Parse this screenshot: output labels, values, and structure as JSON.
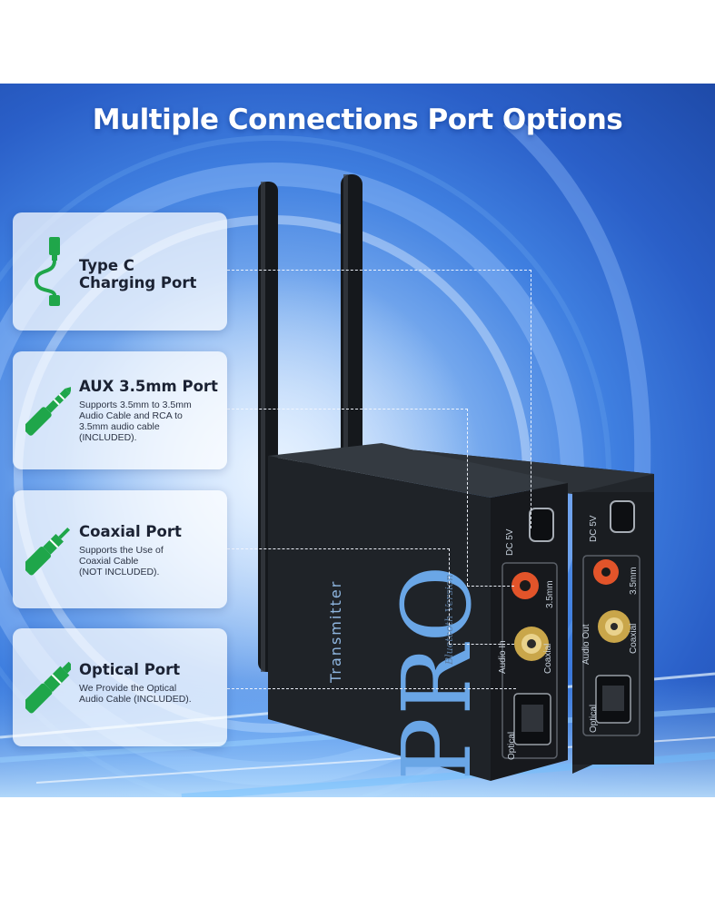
{
  "title": "Multiple Connections Port Options",
  "cards": [
    {
      "title_line1": "Type C",
      "title_line2": "Charging Port",
      "icon": "usb-c-cable-icon"
    },
    {
      "title": "AUX 3.5mm Port",
      "desc_line1": "Supports 3.5mm to 3.5mm",
      "desc_line2": "Audio Cable and RCA to",
      "desc_line3": "3.5mm audio cable",
      "desc_line4": "(INCLUDED).",
      "icon": "aux-plug-icon"
    },
    {
      "title": "Coaxial Port",
      "desc_line1": "Supports the Use of",
      "desc_line2": "Coaxial Cable",
      "desc_line3": "(NOT INCLUDED).",
      "icon": "coaxial-plug-icon"
    },
    {
      "title": "Optical Port",
      "desc_line1": "We Provide the Optical",
      "desc_line2": "Audio Cable (INCLUDED).",
      "icon": "optical-plug-icon"
    }
  ],
  "device": {
    "brand": "PRO",
    "model": "Transmitter",
    "subtitle": "Bluetooth Version",
    "labels_front": {
      "dc": "DC 5V",
      "aux": "3.5mm",
      "coax_in": "Audio In",
      "coax": "Coaxial",
      "optical": "Optical"
    },
    "labels_back": {
      "dc": "DC 5V",
      "aux": "3.5mm",
      "coax_out": "Audio Out",
      "coax": "Coaxial",
      "optical": "Optical"
    }
  },
  "colors": {
    "accent_green": "#1fa64a",
    "background_blue": "#3f7fe0",
    "device_body": "#1d2126"
  }
}
